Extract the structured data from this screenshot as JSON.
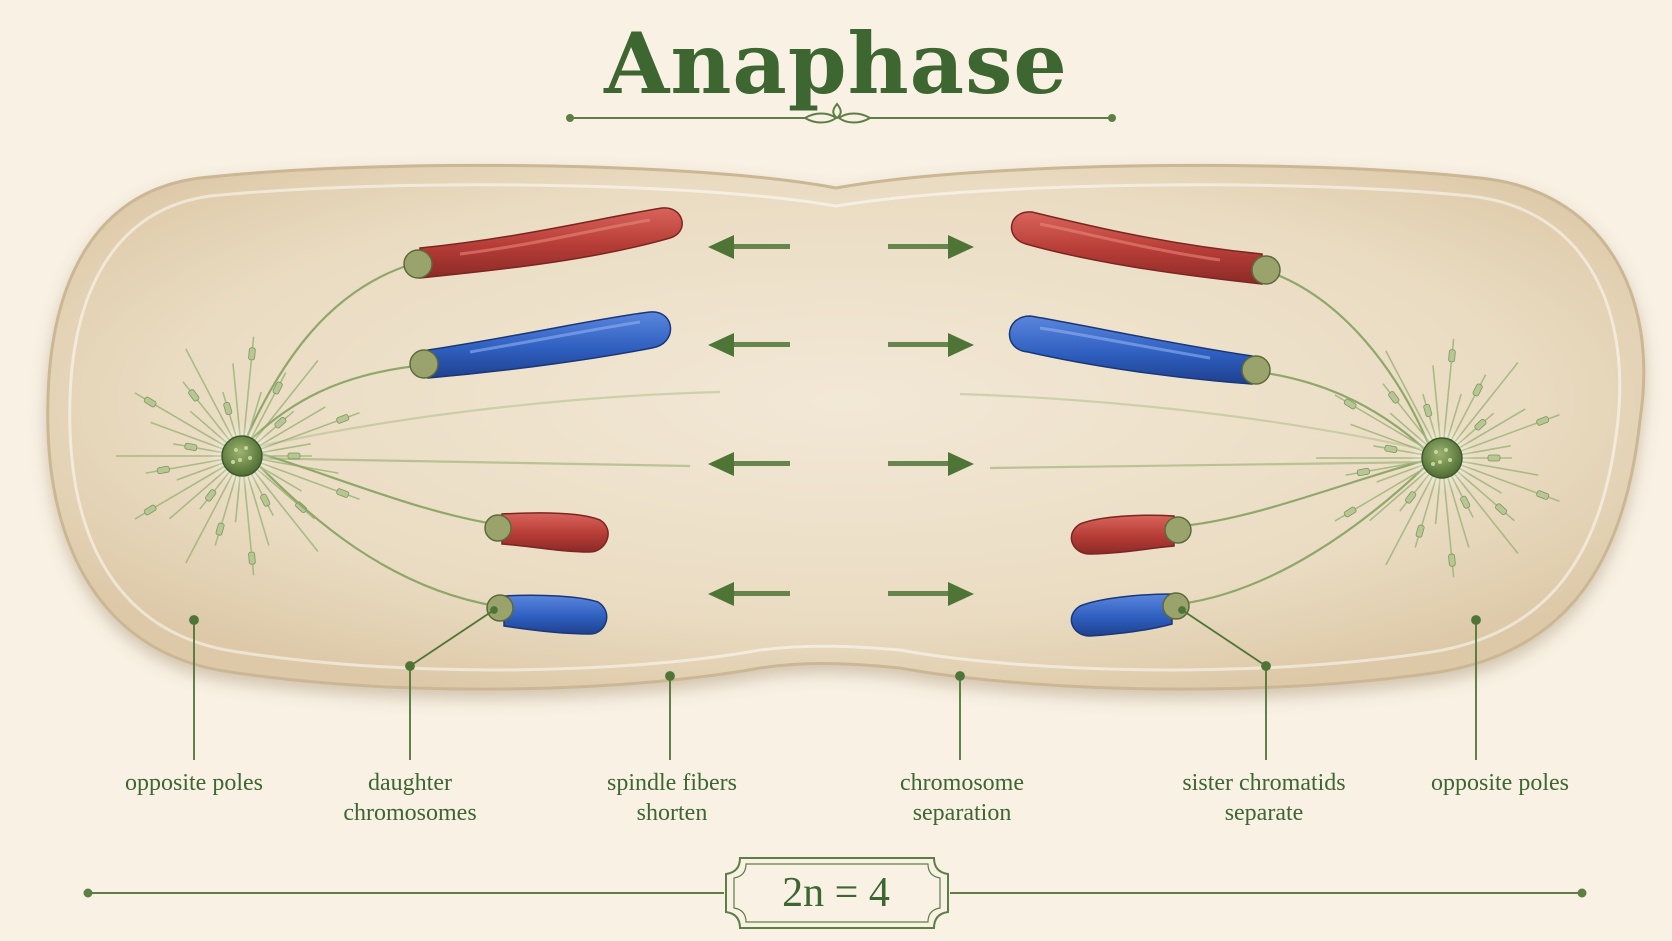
{
  "title": "Anaphase",
  "labels": {
    "opposite_poles_left": "opposite poles",
    "daughter_chromosomes": [
      "daughter",
      "chromosomes"
    ],
    "spindle_fibers_shorten": [
      "spindle fibers",
      "shorten"
    ],
    "chromosome_separation": [
      "chromosome",
      "separation"
    ],
    "sister_chromatids_separate": [
      "sister chromatids",
      "separate"
    ],
    "opposite_poles_right": "opposite poles"
  },
  "formula": "2n = 4",
  "colors": {
    "background": "#f8f1e4",
    "accent_green": "#3d6630",
    "cell_fill": "#efe3cc",
    "cell_edge": "#d2bf9f",
    "chromosome_red": "#b8433d",
    "chromosome_blue": "#2f5fb8",
    "centromere": "#9aa36b",
    "spindle_fiber": "#8fa86a",
    "centrosome": "#6b8a45"
  },
  "icons": [
    "left-arrow-icon",
    "right-arrow-icon",
    "title-flourish-icon",
    "centrosome-icon"
  ]
}
